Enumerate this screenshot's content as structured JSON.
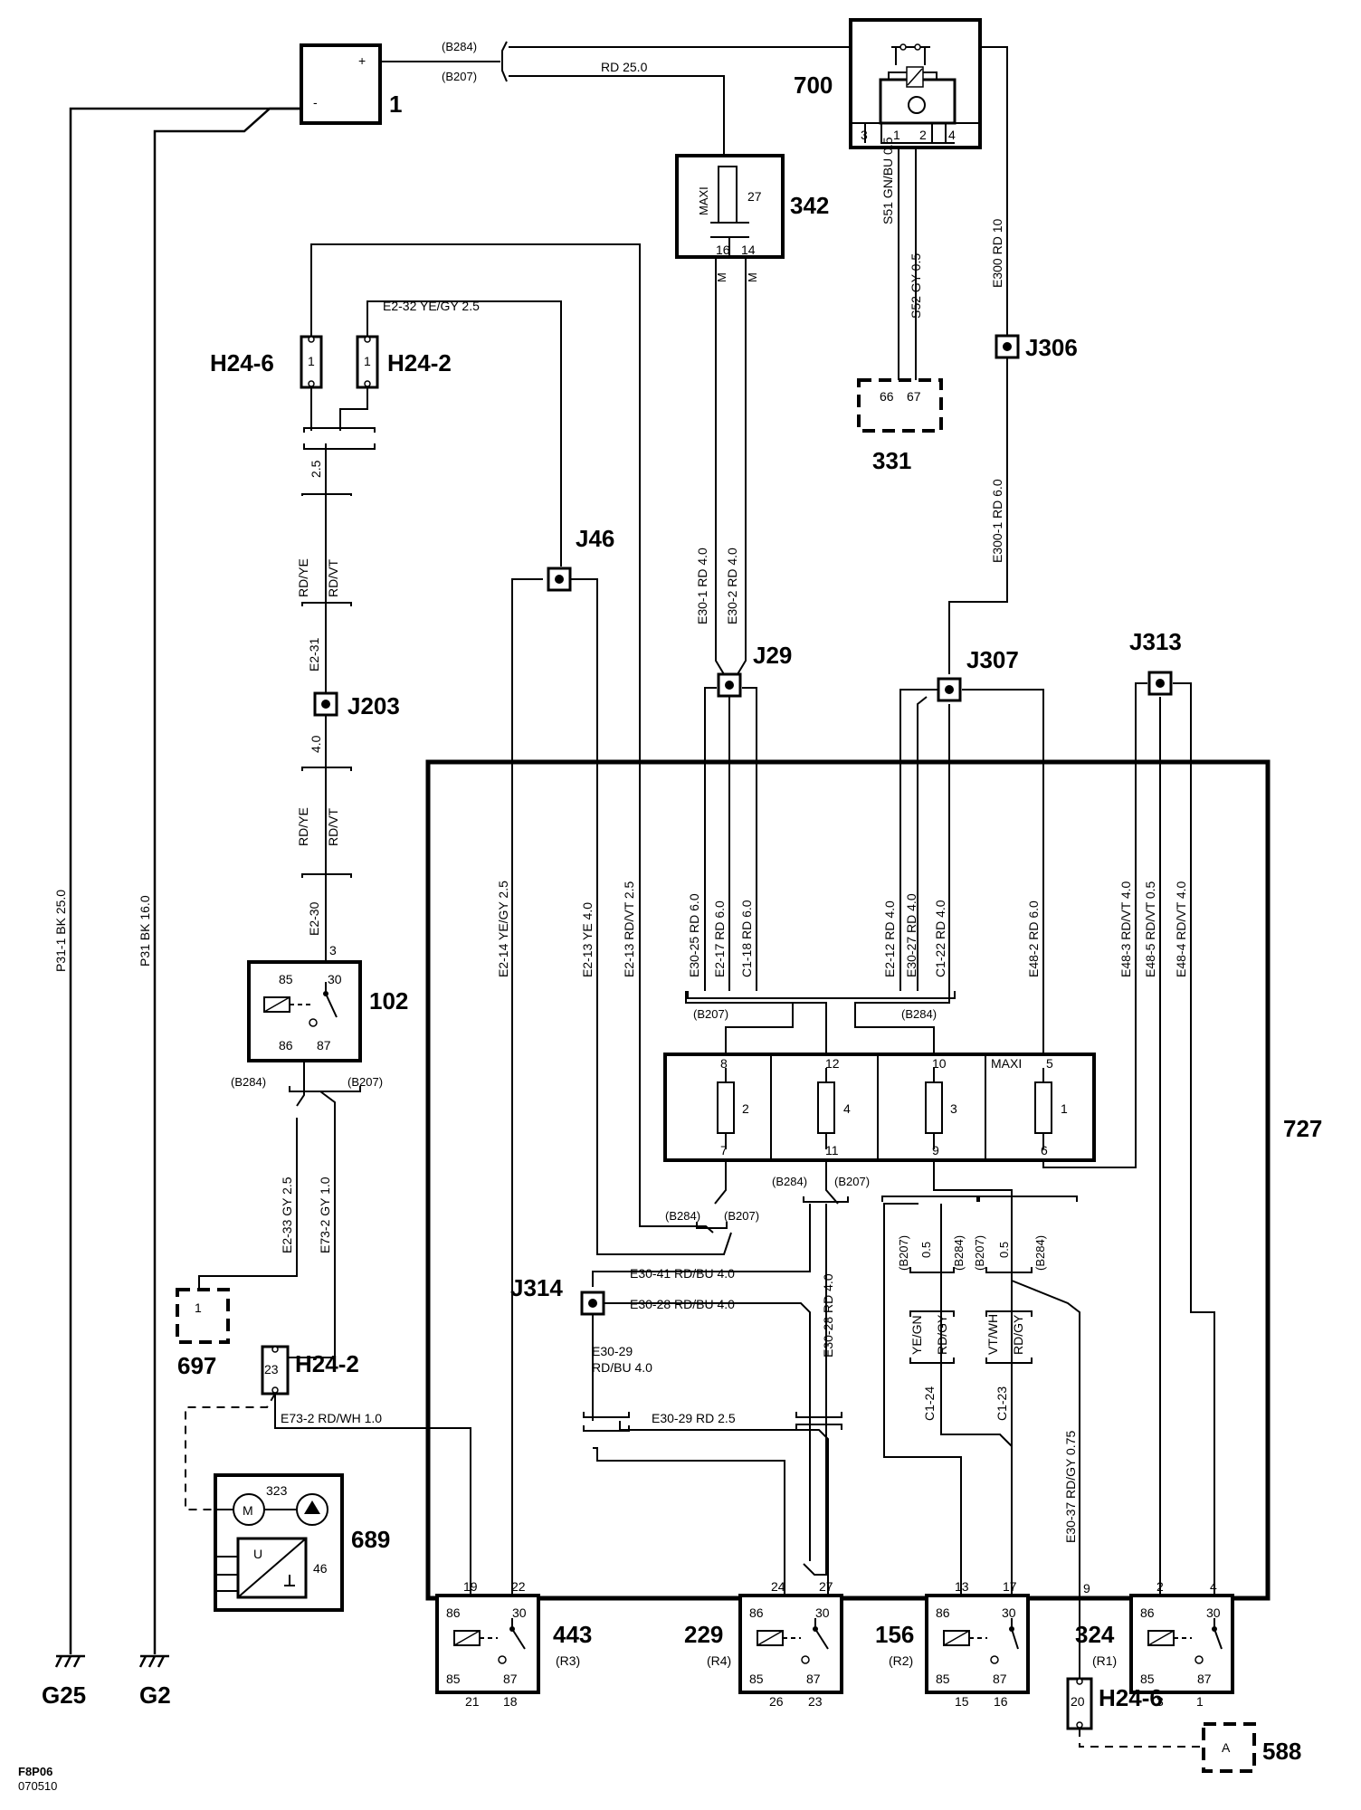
{
  "components": {
    "battery": {
      "id": "1",
      "plus": "+",
      "minus": "-"
    },
    "c700": {
      "id": "700",
      "pins": [
        "3",
        "1",
        "2",
        "4"
      ]
    },
    "c342": {
      "id": "342",
      "maxi": "MAXI",
      "fuse": "27",
      "pin_a": "16",
      "pin_b": "14",
      "m_a": "M",
      "m_b": "M"
    },
    "c331": {
      "id": "331",
      "pin_a": "66",
      "pin_b": "67"
    },
    "c102": {
      "id": "102",
      "pins": [
        "85",
        "30",
        "86",
        "87"
      ],
      "pin3": "3"
    },
    "c697": {
      "id": "697",
      "pin": "1"
    },
    "c689": {
      "id": "689",
      "motor_id": "323",
      "motor": "M",
      "sensor_id": "46",
      "sensor": "U"
    },
    "c588": {
      "id": "588",
      "pin": "A"
    },
    "c727": {
      "id": "727"
    },
    "fuses": [
      {
        "top": "8",
        "num": "2",
        "bottom": "7",
        "maxi": ""
      },
      {
        "top": "12",
        "num": "4",
        "bottom": "11",
        "maxi": ""
      },
      {
        "top": "10",
        "num": "3",
        "bottom": "9",
        "maxi": ""
      },
      {
        "top": "5",
        "num": "1",
        "bottom": "6",
        "maxi": "MAXI"
      }
    ],
    "relays": [
      {
        "id": "443",
        "sub": "(R3)",
        "t1": "19",
        "t2": "22",
        "b1": "21",
        "b2": "18"
      },
      {
        "id": "229",
        "sub": "(R4)",
        "t1": "24",
        "t2": "27",
        "b1": "26",
        "b2": "23"
      },
      {
        "id": "156",
        "sub": "(R2)",
        "t1": "13",
        "t2": "17",
        "b1": "15",
        "b2": "16"
      },
      {
        "id": "324",
        "sub": "(R1)",
        "t1": "2",
        "t2": "4",
        "b1": "3",
        "b2": "1"
      }
    ],
    "relay_pins": {
      "p86": "86",
      "p30": "30",
      "p85": "85",
      "p87": "87"
    }
  },
  "connectors": {
    "h24_6_top": {
      "label": "H24-6",
      "pin": "1"
    },
    "h24_2_top": {
      "label": "H24-2",
      "pin": "1"
    },
    "h24_2_bot": {
      "label": "H24-2",
      "pin": "23"
    },
    "h24_6_bot": {
      "label": "H24-6",
      "pin": "20"
    }
  },
  "junctions": [
    "J306",
    "J46",
    "J203",
    "J29",
    "J307",
    "J313",
    "J314"
  ],
  "grounds": [
    "G25",
    "G2"
  ],
  "splice_labels": {
    "b284": "(B284)",
    "b207": "(B207)"
  },
  "wires": {
    "rd25": "RD   25.0",
    "p31_1": "P31-1  BK   25.0",
    "p31": "P31   BK   16.0",
    "e2_32": "E2-32  YE/GY  2.5",
    "s51": "S51   GN/BU   0.5",
    "s52": "S52   GY  0.5",
    "e300": "E300   RD  10",
    "e300_1": "E300-1   RD   6.0",
    "e30_1": "E30-1  RD  4.0",
    "e30_2": "E30-2  RD  4.0",
    "w25": "2.5",
    "rdye": "RD/YE",
    "rdvt": "RD/VT",
    "e2_31": "E2-31",
    "w40": "4.0",
    "e2_30": "E2-30",
    "e2_33": "E2-33  GY  2.5",
    "e73_2gy": "E73-2  GY  1.0",
    "e73_2rw": "E73-2  RD/WH  1.0",
    "e2_14": "E2-14  YE/GY  2.5",
    "e2_13ye": "E2-13   YE   4.0",
    "e2_13vt": "E2-13   RD/VT  2.5",
    "e30_25": "E30-25   RD   6.0",
    "e2_17": "E2-17   RD   6.0",
    "c1_18": "C1-18   RD   6.0",
    "e2_12": "E2-12   RD   4.0",
    "e30_27": "E30-27   RD   4.0",
    "c1_22": "C1-22   RD   4.0",
    "e48_2": "E48-2   RD   6.0",
    "e48_3": "E48-3   RD/VT   4.0",
    "e48_5": "E48-5   RD/VT   0.5",
    "e48_4": "E48-4   RD/VT   4.0",
    "e30_41": "E30-41  RD/BU  4.0",
    "e30_28h": "E30-28  RD/BU  4.0",
    "e30_29a": "E30-29",
    "e30_29b": "RD/BU  4.0",
    "e30_29rd": "E30-29    RD     2.5",
    "e30_28v": "E30-28    RD   4.0",
    "w05": "0.5",
    "yegn": "YE/GN",
    "rdgy": "RD/GY",
    "vtwh": "VT/WH",
    "c1_24": "C1-24",
    "c1_23": "C1-23",
    "e30_37": "E30-37   RD/GY  0.75",
    "pin9": "9"
  },
  "footer": {
    "line1": "F8P06",
    "line2": "070510"
  }
}
